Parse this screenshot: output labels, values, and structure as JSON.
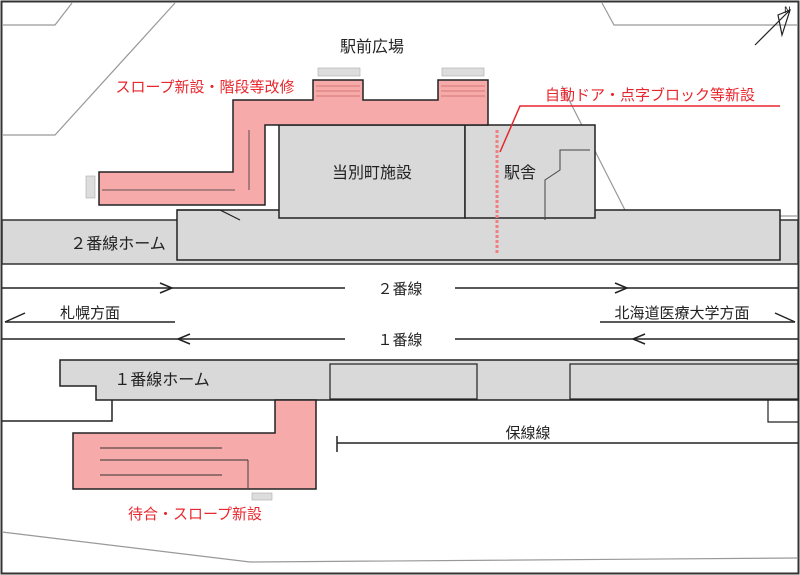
{
  "labels": {
    "station_plaza": "駅前広場",
    "upper_work": "スロープ新設・階段等改修",
    "door_work": "自動ドア・点字ブロック等新設",
    "town_facility": "当別町施設",
    "station_building": "駅舎",
    "platform2": "２番線ホーム",
    "track2": "２番線",
    "dir_left": "札幌方面",
    "dir_right": "北海道医療大学方面",
    "track1": "１番線",
    "platform1": "１番線ホーム",
    "maintenance_track": "保線線",
    "lower_work": "待合・スロープ新設",
    "north": "N"
  },
  "colors": {
    "renovation_fill": "#f7aaaa",
    "renovation_text": "#e8262d",
    "structure_fill": "#d9d9d9"
  }
}
